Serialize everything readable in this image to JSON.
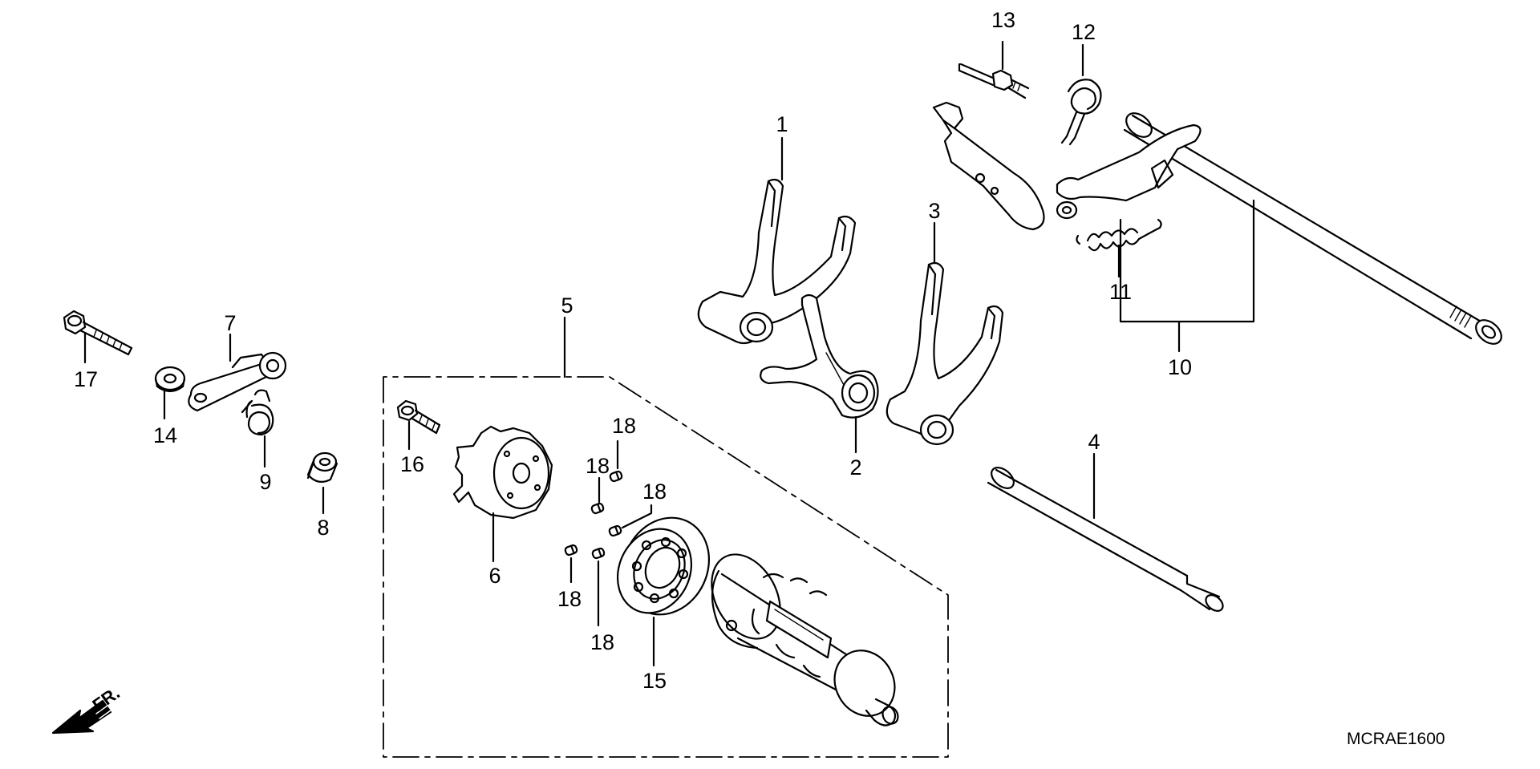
{
  "diagram": {
    "code": "MCRAE1600",
    "front_marker": "FR.",
    "callouts": [
      {
        "id": "c1",
        "text": "1"
      },
      {
        "id": "c2",
        "text": "2"
      },
      {
        "id": "c3",
        "text": "3"
      },
      {
        "id": "c4",
        "text": "4"
      },
      {
        "id": "c5",
        "text": "5"
      },
      {
        "id": "c6",
        "text": "6"
      },
      {
        "id": "c7",
        "text": "7"
      },
      {
        "id": "c8",
        "text": "8"
      },
      {
        "id": "c9",
        "text": "9"
      },
      {
        "id": "c10",
        "text": "10"
      },
      {
        "id": "c11",
        "text": "11"
      },
      {
        "id": "c12",
        "text": "12"
      },
      {
        "id": "c13",
        "text": "13"
      },
      {
        "id": "c14",
        "text": "14"
      },
      {
        "id": "c15",
        "text": "15"
      },
      {
        "id": "c16",
        "text": "16"
      },
      {
        "id": "c17",
        "text": "17"
      },
      {
        "id": "c18a",
        "text": "18"
      },
      {
        "id": "c18b",
        "text": "18"
      },
      {
        "id": "c18c",
        "text": "18"
      },
      {
        "id": "c18d",
        "text": "18"
      },
      {
        "id": "c18e",
        "text": "18"
      }
    ]
  }
}
